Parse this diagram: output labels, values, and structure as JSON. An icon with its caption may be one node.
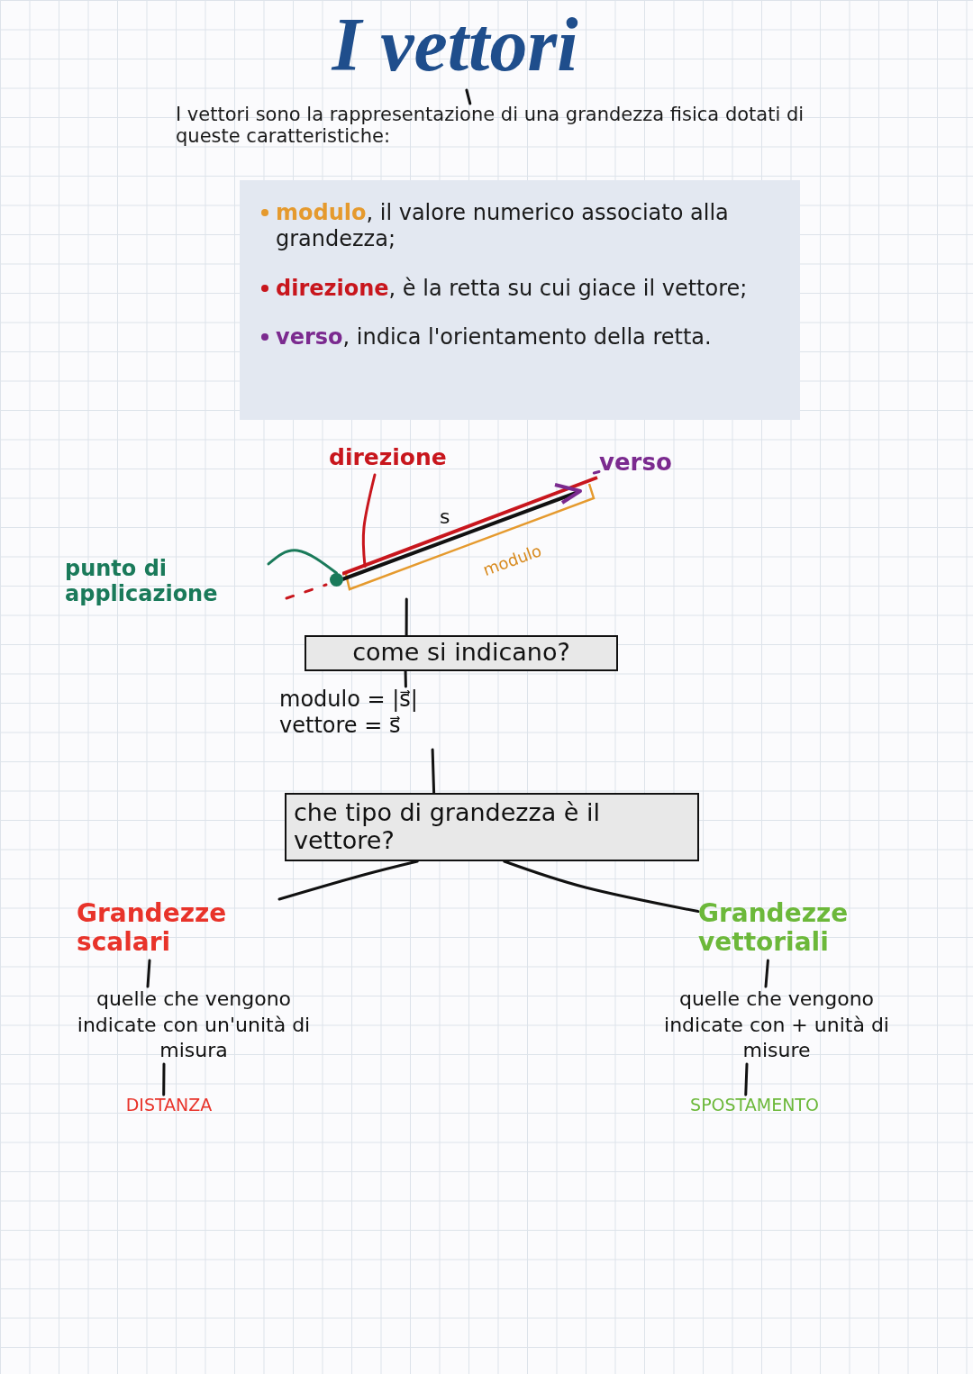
{
  "diagram": {
    "nodes": [
      {
        "text": [
          "I vettori"
        ]
      },
      {
        "text": [
          "I vettori sono la rappresentazione di una grandezza fisica dotati di queste caratteristiche:"
        ]
      },
      {
        "text": [
          "**modulo**, il valore numerico associato alla grandezza;",
          "**direzione**, è la retta su cui giace il vettore;",
          "**verso**, indica l'orientamento della retta."
        ]
      },
      {
        "text": [
          "direzione"
        ]
      },
      {
        "text": [
          "s",
          "modulo"
        ]
      },
      {
        "text": [],
        "shape": "circle"
      },
      {
        "text": [
          "punto di applicazione"
        ]
      },
      {
        "text": [
          "verso"
        ]
      },
      {
        "text": [
          "come si indicano?"
        ]
      },
      {
        "text": [
          "modulo = |s⃗|",
          "vettore = s⃗"
        ]
      },
      {
        "text": [
          "che tipo di grandezza è il vettore?"
        ]
      },
      {
        "text": [
          "Grandezze scalari"
        ]
      },
      {
        "text": [
          "Grandezze vettoriali"
        ]
      },
      {
        "text": [
          "quelle che vengono indicate con un'unità di misura"
        ]
      },
      {
        "text": [
          "DISTANZA"
        ]
      },
      {
        "text": [
          "quelle che vengono indicate con + unità di misure"
        ]
      },
      {
        "text": [
          "SPOSTAMENTO"
        ]
      }
    ],
    "edges": [
      {
        "from": 0,
        "to": 1,
        "arrow": "none"
      },
      {
        "from": 3,
        "to": 4,
        "arrow": "none",
        "color": "#c8161d"
      },
      {
        "from": 7,
        "to": 4,
        "arrow": "none",
        "color": "#7b2a8f"
      },
      {
        "from": 6,
        "to": 5,
        "arrow": "none",
        "color": "#1a7a5a"
      },
      {
        "from": 4,
        "to": 8,
        "arrow": "none"
      },
      {
        "from": 8,
        "to": 9,
        "arrow": "none"
      },
      {
        "from": 9,
        "to": 10,
        "arrow": "none"
      },
      {
        "from": 10,
        "to": 11,
        "arrow": "none"
      },
      {
        "from": 10,
        "to": 12,
        "arrow": "none"
      },
      {
        "from": 11,
        "to": 13,
        "arrow": "none"
      },
      {
        "from": 13,
        "to": 14,
        "arrow": "none"
      },
      {
        "from": 12,
        "to": 15,
        "arrow": "none"
      },
      {
        "from": 15,
        "to": 16,
        "arrow": "none"
      }
    ]
  }
}
